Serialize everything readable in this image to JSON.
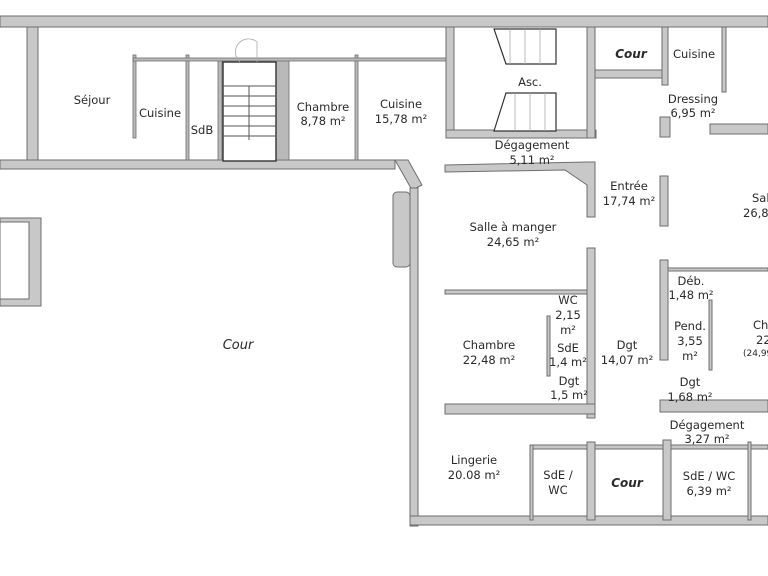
{
  "plan": {
    "colors": {
      "wall": "#c8c8c8",
      "wall_outline": "#6e6e6e",
      "background": "#ffffff",
      "text": "#2a2a2a"
    },
    "rooms": {
      "sejour": {
        "name": "Séjour"
      },
      "cuisine_left": {
        "name": "Cuisine"
      },
      "sdb": {
        "name": "SdB"
      },
      "chambre_top": {
        "name": "Chambre",
        "area": "8,78 m²"
      },
      "cuisine_top": {
        "name": "Cuisine",
        "area": "15,78 m²"
      },
      "asc": {
        "name": "Asc."
      },
      "cour_top": {
        "name": "Cour"
      },
      "cuisine_right": {
        "name": "Cuisine"
      },
      "dressing": {
        "name": "Dressing",
        "area": "6,95 m²"
      },
      "degagement_top": {
        "name": "Dégagement",
        "area": "5,11 m²"
      },
      "entree": {
        "name": "Entrée",
        "area": "17,74 m²"
      },
      "salon": {
        "name": "Sal",
        "area": "26,8"
      },
      "salle_a_manger": {
        "name": "Salle à manger",
        "area": "24,65 m²"
      },
      "deb": {
        "name": "Déb.",
        "area": "1,48 m²"
      },
      "wc": {
        "name": "WC",
        "area_line1": "2,15",
        "area_line2": "m²"
      },
      "sde": {
        "name": "SdE",
        "area": "1,4 m²"
      },
      "chambre_mid": {
        "name": "Chambre",
        "area": "22,48 m²"
      },
      "dgt_mid": {
        "name": "Dgt",
        "area": "14,07 m²"
      },
      "pend": {
        "name": "Pend.",
        "area_line1": "3,55",
        "area_line2": "m²"
      },
      "chambre_right": {
        "name": "Ch",
        "area": "22",
        "area_alt": "(24,99"
      },
      "dgt_small_left": {
        "name": "Dgt",
        "area": "1,5 m²"
      },
      "dgt_small_right": {
        "name": "Dgt",
        "area": "1,68 m²"
      },
      "degagement_bottom": {
        "name": "Dégagement",
        "area": "3,27 m²"
      },
      "lingerie": {
        "name": "Lingerie",
        "area": "20.08 m²"
      },
      "sde_wc_left": {
        "name_line1": "SdE /",
        "name_line2": "WC"
      },
      "cour_bottom": {
        "name": "Cour"
      },
      "sde_wc_right": {
        "name": "SdE / WC",
        "area": "6,39 m²"
      },
      "cour_main": {
        "name": "Cour"
      }
    }
  }
}
